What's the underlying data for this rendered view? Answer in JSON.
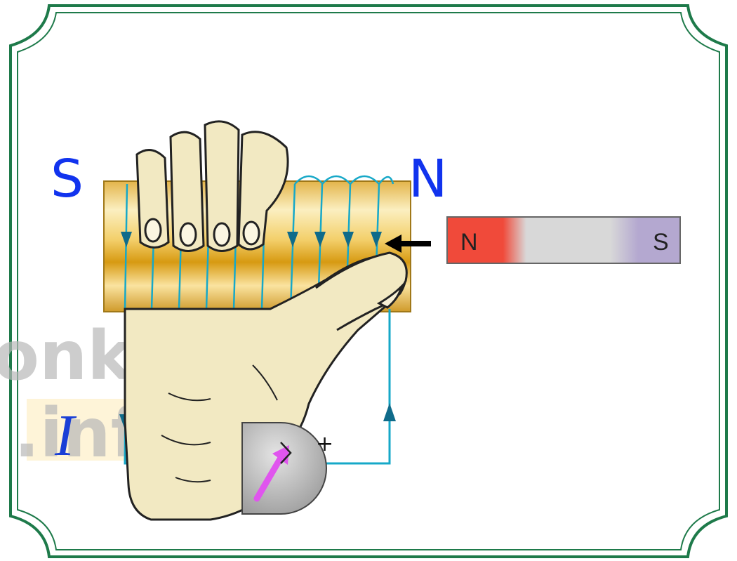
{
  "solenoid": {
    "left_pole": "S",
    "right_pole": "N"
  },
  "bar_magnet": {
    "north_label": "N",
    "south_label": "S"
  },
  "circuit": {
    "current_symbol": "I",
    "battery_polarity": "+"
  },
  "watermark": {
    "line1": "onkur",
    "line2": ".info"
  },
  "colors": {
    "frame": "#1e7a4a",
    "pole_label": "#1133ee",
    "wire": "#16a8c8",
    "wire_arrow": "#0f6b8a",
    "copper_light": "#fbe7a6",
    "copper_dark": "#d9a21c",
    "magnet_north": "#f04a3a",
    "magnet_middle": "#d6d6d6",
    "magnet_south": "#b4a8d0",
    "hand": "#f2e9c2",
    "battery": "#bdbdbd",
    "battery_arrow": "#e055ee",
    "push_arrow": "#000000"
  }
}
